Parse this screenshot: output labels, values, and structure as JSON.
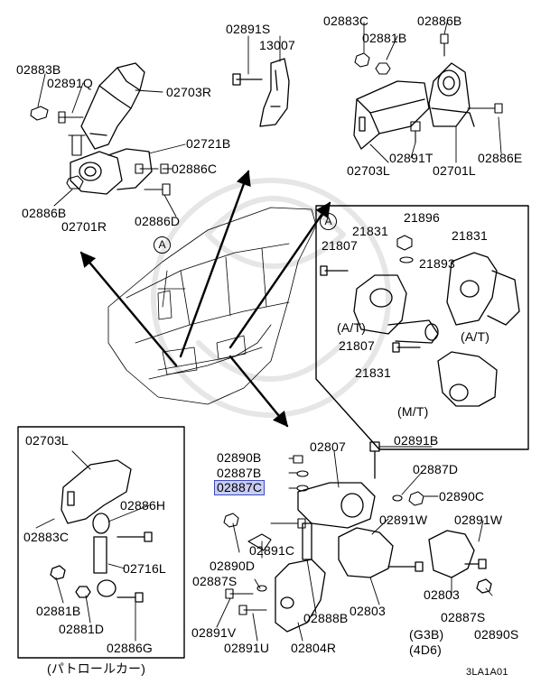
{
  "labels": {
    "p02891S": "02891S",
    "p13007": "13007",
    "p02883C_tr": "02883C",
    "p02886B_tr": "02886B",
    "p02881B_tr": "02881B",
    "p02883B_tl": "02883B",
    "p02891Q": "02891Q",
    "p02703R": "02703R",
    "p02721B": "02721B",
    "p02886C": "02886C",
    "p02886B_tl": "02886B",
    "p02701R": "02701R",
    "p02886D": "02886D",
    "p02891T": "02891T",
    "p02886E": "02886E",
    "p02703L_tr": "02703L",
    "p02701L": "02701L",
    "p21896": "21896",
    "p21831_a": "21831",
    "p21831_b": "21831",
    "p21807_a": "21807",
    "p21893": "21893",
    "p21807_b": "21807",
    "p21831_c": "21831",
    "p02703L_bl": "02703L",
    "p02886H": "02886H",
    "p02883C_bl": "02883C",
    "p02716L": "02716L",
    "p02881B_bl": "02881B",
    "p02881D": "02881D",
    "p02886G": "02886G",
    "p02890B": "02890B",
    "p02807": "02807",
    "p02891B": "02891B",
    "p02887B": "02887B",
    "p02887C": "02887C",
    "p02887D": "02887D",
    "p02890C": "02890C",
    "p02891W_a": "02891W",
    "p02891W_b": "02891W",
    "p02891C": "02891C",
    "p02890D": "02890D",
    "p02887S_a": "02887S",
    "p02803_a": "02803",
    "p02803_b": "02803",
    "p02887S_b": "02887S",
    "p02888B": "02888B",
    "p02891V": "02891V",
    "p02891U": "02891U",
    "p02804R": "02804R",
    "p02890S": "02890S",
    "at_1": "(A/T)",
    "at_2": "(A/T)",
    "mt": "(M/T)",
    "g3b": "(G3B)",
    "d4b": "(4D6)",
    "patrol": "(パトロールカー)",
    "code": "3LA1A01",
    "ref_a": "A",
    "ref_a_box": "A"
  },
  "highlight": {
    "part": "02887C",
    "color": "#c9cdf3",
    "border": "#3b4cc0"
  }
}
